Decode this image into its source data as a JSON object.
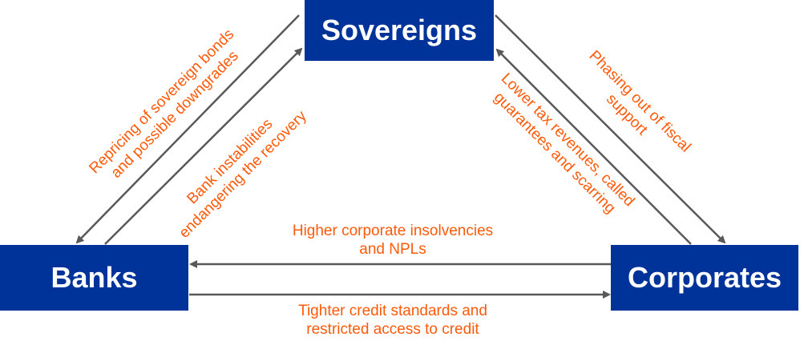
{
  "nodes": {
    "sovereigns": "Sovereigns",
    "banks": "Banks",
    "corporates": "Corporates"
  },
  "edges": {
    "sov_to_banks": {
      "line1": "Repricing of sovereign bonds",
      "line2": "and possible downgrades"
    },
    "banks_to_sov": {
      "line1": "Bank instabilities",
      "line2": "endangering the recovery"
    },
    "corp_to_sov": {
      "line1": "Lower tax revenues, called",
      "line2": "guarantees and scarring"
    },
    "sov_to_corp": {
      "line1": "Phasing out of fiscal",
      "line2": "support"
    },
    "corp_to_banks": {
      "line1": "Higher corporate insolvencies",
      "line2": "and NPLs"
    },
    "banks_to_corp": {
      "line1": "Tighter credit standards and",
      "line2": "restricted access to credit"
    }
  },
  "colors": {
    "box": "#003399",
    "label": "#ff5a0a",
    "arrow": "#595959"
  }
}
